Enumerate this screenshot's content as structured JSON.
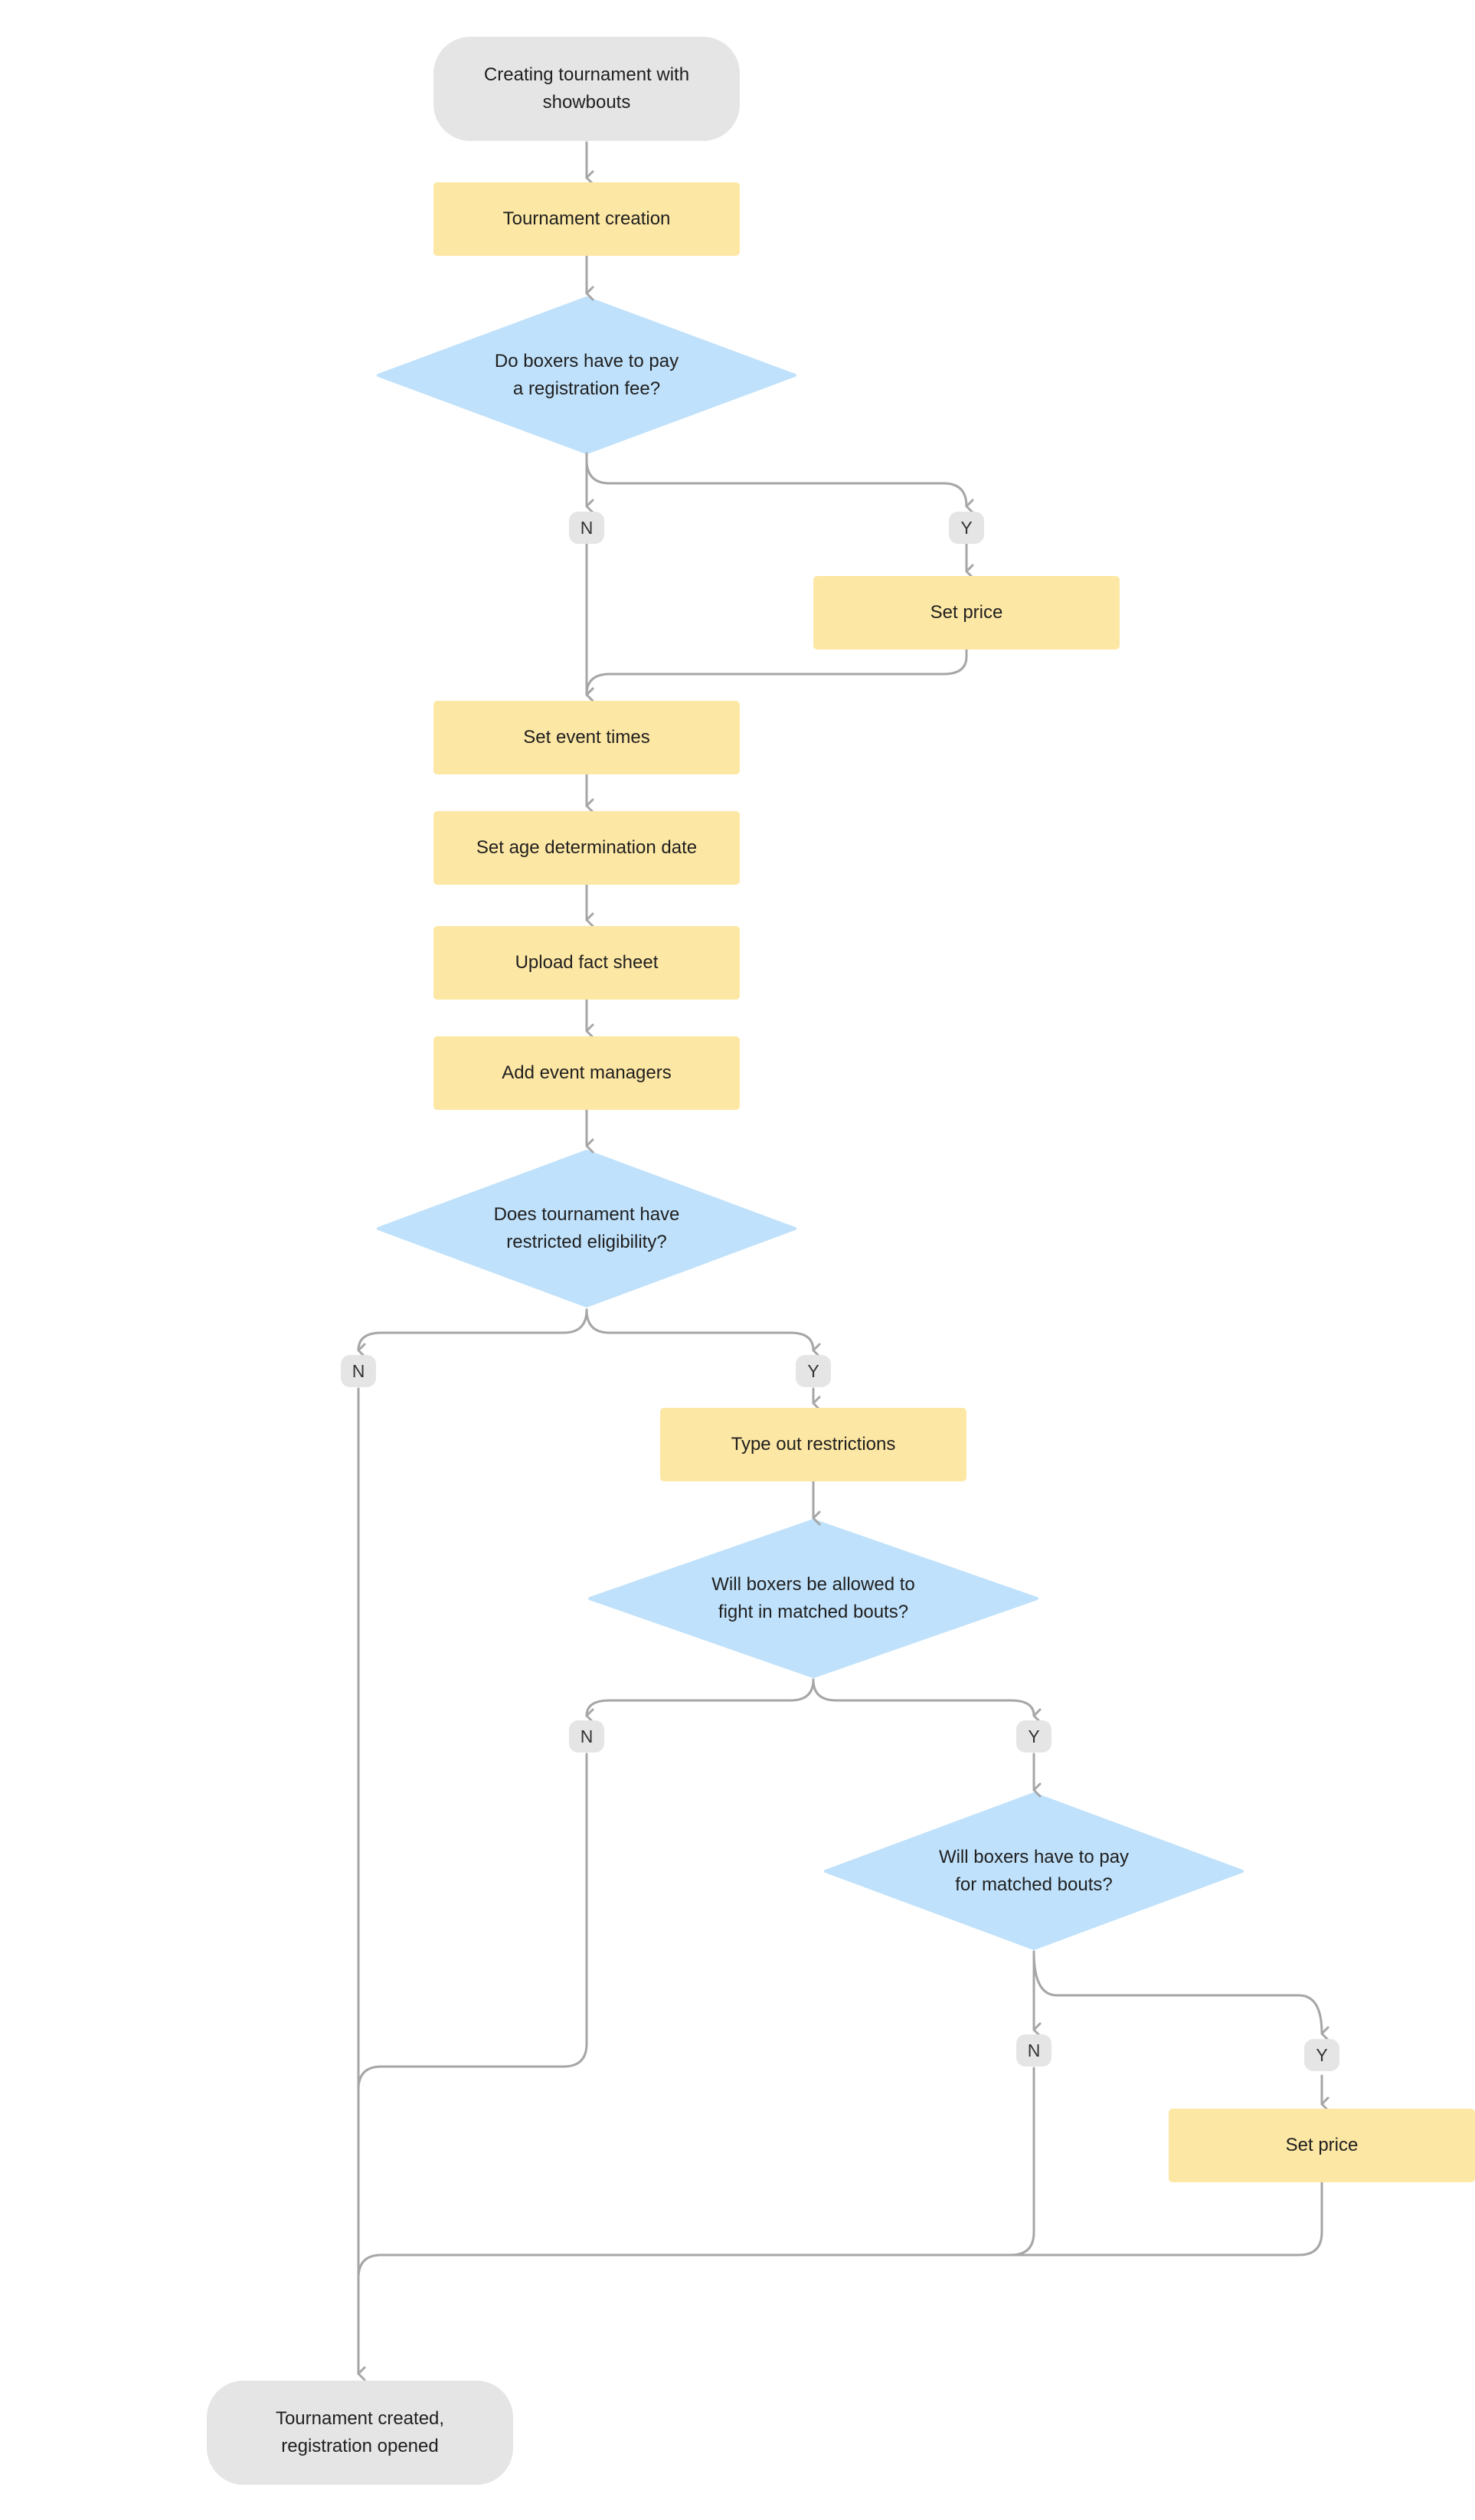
{
  "colors": {
    "terminal": "#e5e5e5",
    "process": "#fde7a4",
    "decision": "#bfe1fb",
    "connector": "#a6a6a6",
    "badge": "#e5e5e5",
    "text": "#1f1f1f"
  },
  "nodes": {
    "start": "Creating tournament with\nshowbouts",
    "tournament_creation": "Tournament creation",
    "registration_fee_question": "Do boxers have to pay\na registration fee?",
    "set_price_1": "Set price",
    "set_event_times": "Set event times",
    "set_age_determination_date": "Set age determination date",
    "upload_fact_sheet": "Upload fact sheet",
    "add_event_managers": "Add event managers",
    "restricted_eligibility_question": "Does tournament have\nrestricted eligibility?",
    "type_out_restrictions": "Type out restrictions",
    "matched_bouts_question": "Will boxers be allowed to\nfight in matched bouts?",
    "matched_bouts_pay_question": "Will boxers have to pay\nfor matched bouts?",
    "set_price_2": "Set price",
    "end": "Tournament created,\nregistration opened"
  },
  "labels": {
    "no": "N",
    "yes": "Y"
  }
}
